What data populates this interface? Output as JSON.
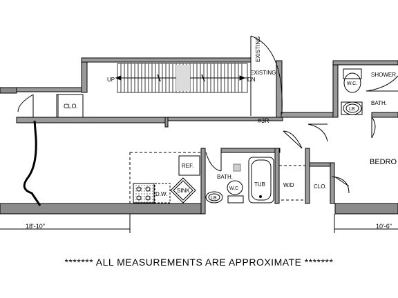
{
  "labels": {
    "closet_left": "CLO.",
    "stair_up": "UP",
    "stair_existing_dn": "EXISTING",
    "stair_dn": "DN",
    "stair_existing_vertical": "EXISTING",
    "unit_number": "#3R",
    "refrigerator": "REF.",
    "dishwasher": "D.W.",
    "sink": "SINK",
    "bath_center": "BATH.",
    "wc_center": "W.C",
    "lav_center": "LB",
    "tub": "TUB",
    "washer_dryer": "W/D",
    "closet_right": "CLO.",
    "bath_right": "BATH.",
    "wc_right": "W.C.",
    "lav_right": "LB",
    "shower": "SHOWER",
    "bedroom": "BEDRO"
  },
  "dimensions": {
    "left": "18'-10\"",
    "right": "10'-6\""
  },
  "footer_note": "******* ALL MEASUREMENTS ARE APPROXIMATE *******"
}
